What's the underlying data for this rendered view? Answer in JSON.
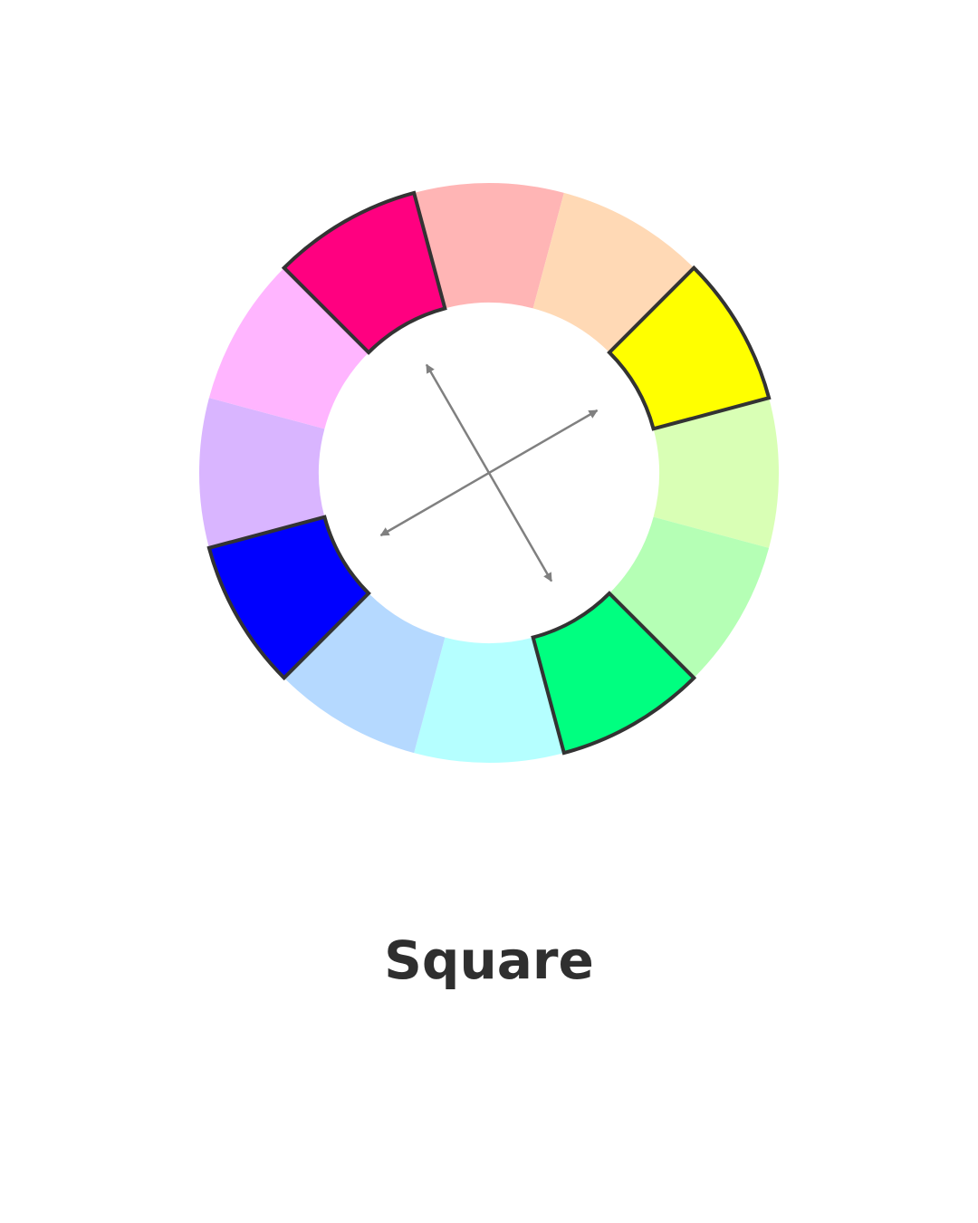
{
  "caption": "Square",
  "wheel": {
    "segments": [
      {
        "name": "red-pink",
        "color": "#ffb5b5",
        "selected": false
      },
      {
        "name": "peach",
        "color": "#ffd9b5",
        "selected": false
      },
      {
        "name": "yellow",
        "color": "#ffff00",
        "selected": true
      },
      {
        "name": "light-yellow-green",
        "color": "#d9ffb5",
        "selected": false
      },
      {
        "name": "light-green",
        "color": "#b5ffb5",
        "selected": false
      },
      {
        "name": "spring-green",
        "color": "#00ff80",
        "selected": true
      },
      {
        "name": "light-cyan",
        "color": "#b5ffff",
        "selected": false
      },
      {
        "name": "light-blue",
        "color": "#b5d9ff",
        "selected": false
      },
      {
        "name": "blue",
        "color": "#0000ff",
        "selected": true
      },
      {
        "name": "lavender",
        "color": "#d9b5ff",
        "selected": false
      },
      {
        "name": "light-magenta",
        "color": "#ffb5ff",
        "selected": false
      },
      {
        "name": "magenta-rose",
        "color": "#ff0080",
        "selected": true
      }
    ],
    "outline_color": "#333333",
    "arrow_color": "#808080"
  }
}
